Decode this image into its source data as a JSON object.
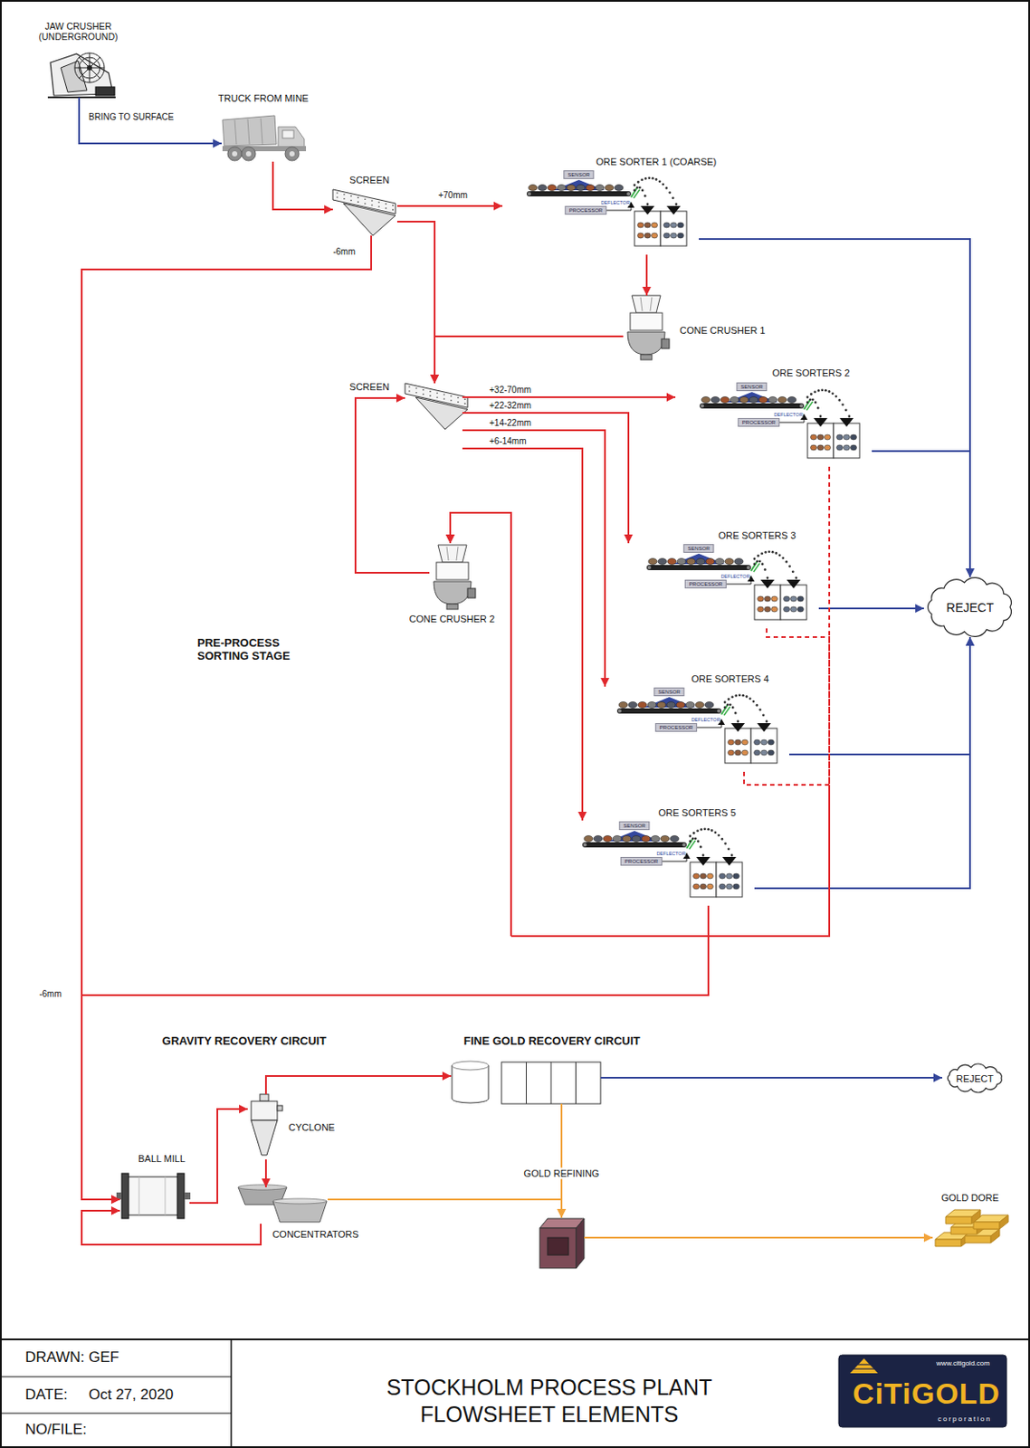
{
  "diagram": {
    "title": "STOCKHOLM PROCESS PLANT FLOWSHEET ELEMENTS",
    "nodes": [
      {
        "text": [
          "JAW CRUSHER (UNDERGROUND)"
        ]
      },
      {
        "text": [
          "TRUCK FROM MINE"
        ]
      },
      {
        "text": [
          "SCREEN"
        ]
      },
      {
        "text": [
          "ORE SORTER 1 (COARSE)"
        ]
      },
      {
        "text": [
          "CONE CRUSHER 1"
        ]
      },
      {
        "text": [
          "SCREEN"
        ]
      },
      {
        "text": [
          "ORE SORTERS 2"
        ]
      },
      {
        "text": [
          "CONE CRUSHER 2"
        ]
      },
      {
        "text": [
          "ORE SORTERS 3"
        ]
      },
      {
        "text": [
          "ORE SORTERS 4"
        ]
      },
      {
        "text": [
          "ORE SORTERS 5"
        ]
      },
      {
        "text": [
          "REJECT"
        ]
      },
      {
        "text": [
          "FINE GOLD RECOVERY CIRCUIT"
        ]
      },
      {
        "text": [
          "REJECT"
        ]
      },
      {
        "text": [
          "BALL MILL"
        ]
      },
      {
        "text": [
          "CYCLONE"
        ]
      },
      {
        "text": [
          "CONCENTRATORS"
        ]
      },
      {
        "text": [
          "GOLD REFINING"
        ]
      },
      {
        "text": [
          "GOLD DORE"
        ]
      }
    ],
    "edges": [
      {
        "from": 0,
        "to": 1,
        "label": "BRING TO SURFACE",
        "arrow": "to"
      },
      {
        "from": 1,
        "to": 2,
        "arrow": "to"
      },
      {
        "from": 2,
        "to": 3,
        "label": "+70mm",
        "arrow": "to"
      },
      {
        "from": 2,
        "to": 14,
        "label": "-6mm",
        "arrow": "to"
      },
      {
        "from": 2,
        "to": 5,
        "arrow": "to"
      },
      {
        "from": 3,
        "to": 11,
        "arrow": "to"
      },
      {
        "from": 3,
        "to": 4,
        "arrow": "to"
      },
      {
        "from": 4,
        "to": 5,
        "arrow": "to"
      },
      {
        "from": 5,
        "to": 6,
        "label": "+32-70mm",
        "arrow": "to"
      },
      {
        "from": 5,
        "to": 8,
        "label": "+22-32mm",
        "arrow": "to"
      },
      {
        "from": 5,
        "to": 9,
        "label": "+14-22mm",
        "arrow": "to"
      },
      {
        "from": 5,
        "to": 10,
        "label": "+6-14mm",
        "arrow": "to"
      },
      {
        "from": 6,
        "to": 11,
        "arrow": "to"
      },
      {
        "from": 8,
        "to": 11,
        "arrow": "to"
      },
      {
        "from": 9,
        "to": 11,
        "arrow": "to"
      },
      {
        "from": 10,
        "to": 11,
        "arrow": "to"
      },
      {
        "from": 6,
        "to": 7,
        "arrow": "to"
      },
      {
        "from": 8,
        "to": 7,
        "arrow": "to"
      },
      {
        "from": 9,
        "to": 7,
        "arrow": "to"
      },
      {
        "from": 7,
        "to": 5,
        "arrow": "to"
      },
      {
        "from": 10,
        "to": 14,
        "arrow": "to"
      },
      {
        "from": 14,
        "to": 15,
        "arrow": "to"
      },
      {
        "from": 15,
        "to": 12,
        "arrow": "to"
      },
      {
        "from": 15,
        "to": 16,
        "arrow": "to"
      },
      {
        "from": 16,
        "to": 14,
        "arrow": "to"
      },
      {
        "from": 16,
        "to": 17,
        "arrow": "to"
      },
      {
        "from": 12,
        "to": 17,
        "arrow": "to"
      },
      {
        "from": 12,
        "to": 13,
        "arrow": "to"
      },
      {
        "from": 17,
        "to": 18,
        "arrow": "to"
      }
    ],
    "labels": [
      "PRE-PROCESS SORTING STAGE",
      "SENSOR",
      "PROCESSOR",
      "DEFLECTOR",
      "SENSOR",
      "PROCESSOR",
      "DEFLECTOR",
      "SENSOR",
      "PROCESSOR",
      "DEFLECTOR",
      "SENSOR",
      "PROCESSOR",
      "DEFLECTOR",
      "SENSOR",
      "PROCESSOR",
      "DEFLECTOR",
      "-6mm",
      "GRAVITY RECOVERY CIRCUIT",
      "DRAWN:",
      "GEF",
      "DATE:",
      "Oct 27, 2020",
      "NO/FILE:",
      "www.citigold.com",
      "CiTiGOLD",
      "corporation"
    ]
  }
}
